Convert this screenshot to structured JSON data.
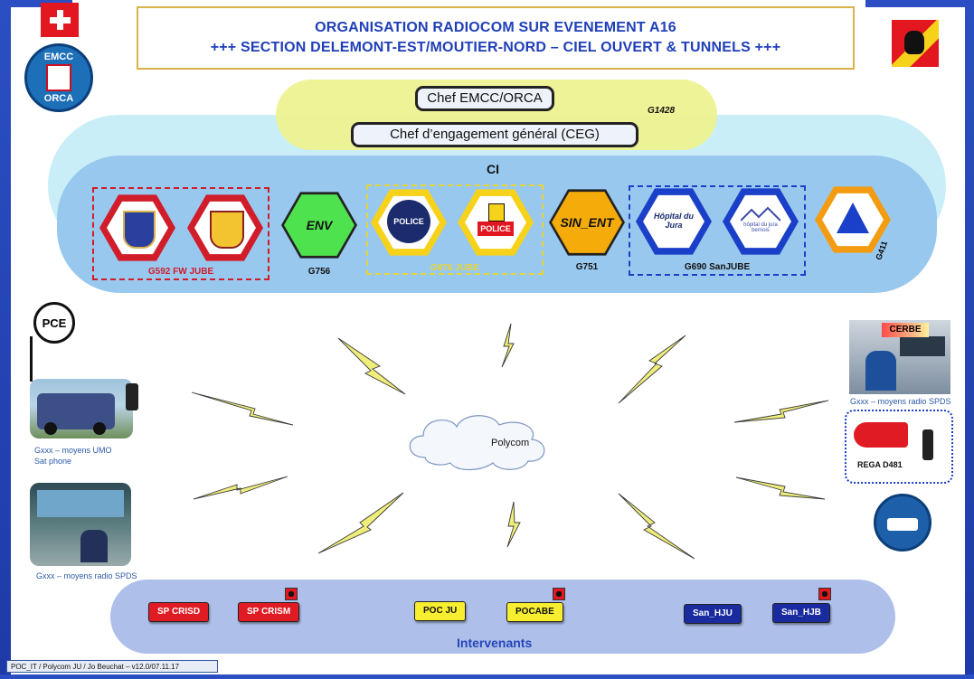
{
  "title": {
    "line1": "ORGANISATION RADIOCOM SUR EVENEMENT A16",
    "line2": "+++  SECTION DELEMONT-EST/MOUTIER-NORD – CIEL OUVERT & TUNNELS  +++"
  },
  "logos": {
    "emcc_top": "EMCC",
    "emcc_bottom": "ORCA"
  },
  "command": {
    "chef_emcc": "Chef EMCC/ORCA",
    "chef_ceg": "Chef d’engagement général (CEG)",
    "chef_code": "G1428",
    "ci_label": "CI"
  },
  "units": {
    "fw_group_label": "G592 FW JUBE",
    "env_label": "ENV",
    "env_code": "G756",
    "police_group_label": "G876 JUBE",
    "police_badge_text": "POLICE",
    "sin_label": "SIN_ENT",
    "sin_code": "G751",
    "hospital_group_label": "G690 SanJUBE",
    "hospital1_text": "Hôpital du Jura",
    "hospital2_text": "hôpital du jura bernois",
    "civil_code": "G411"
  },
  "network": {
    "pce_label": "PCE",
    "cloud_label": "Polycom",
    "umo_caption_1": "Gxxx – moyens UMO",
    "umo_caption_2": "Sat phone",
    "spds_left_caption": "Gxxx – moyens radio SPDS",
    "cerbe_label": "CERBE",
    "spds_right_caption": "Gxxx – moyens radio SPDS",
    "rega_label": "REGA D481"
  },
  "interveners": {
    "title": "Intervenants",
    "badges": [
      "SP CRISD",
      "SP CRISM",
      "POC JU",
      "POCABE",
      "San_HJU",
      "San_HJB"
    ]
  },
  "footer": "POC_IT / Polycom JU / Jo Beuchat – v12.0/07.11.17",
  "colors": {
    "title_blue": "#1f3fb8",
    "fw_red": "#d11c2a",
    "police_yellow": "#f6d21a",
    "hospital_blue": "#1a3fc9",
    "env_green": "#4fe24f",
    "sin_orange": "#f5ac0a",
    "civil_orange": "#f39c12"
  }
}
